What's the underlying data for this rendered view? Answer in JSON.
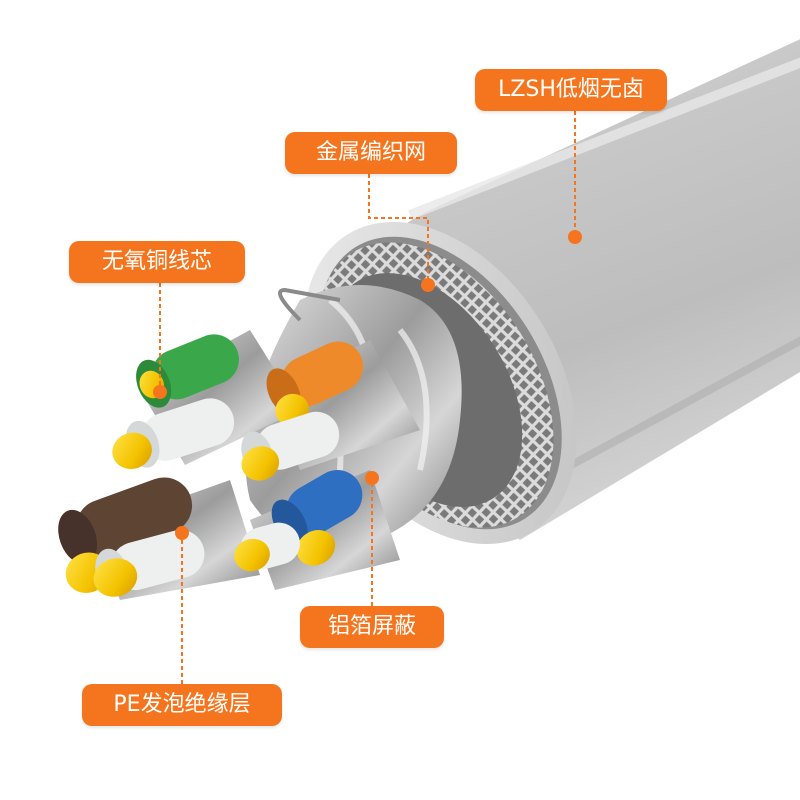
{
  "callouts": {
    "jacket": "LZSH低烟无卤",
    "braid": "金属编织网",
    "copper": "无氧铜线芯",
    "foil": "铝箔屏蔽",
    "insulation": "PE发泡绝缘层"
  },
  "colors": {
    "accent": "#f5751f",
    "jacket": "#c4c4c4",
    "braid": "#a9a9a9",
    "conductor": "#f5c400",
    "pair_green": "#3aa84a",
    "pair_orange": "#ee8a2a",
    "pair_brown": "#5d4433",
    "pair_blue": "#2f6fc2",
    "pair_white": "#eef0f0"
  }
}
